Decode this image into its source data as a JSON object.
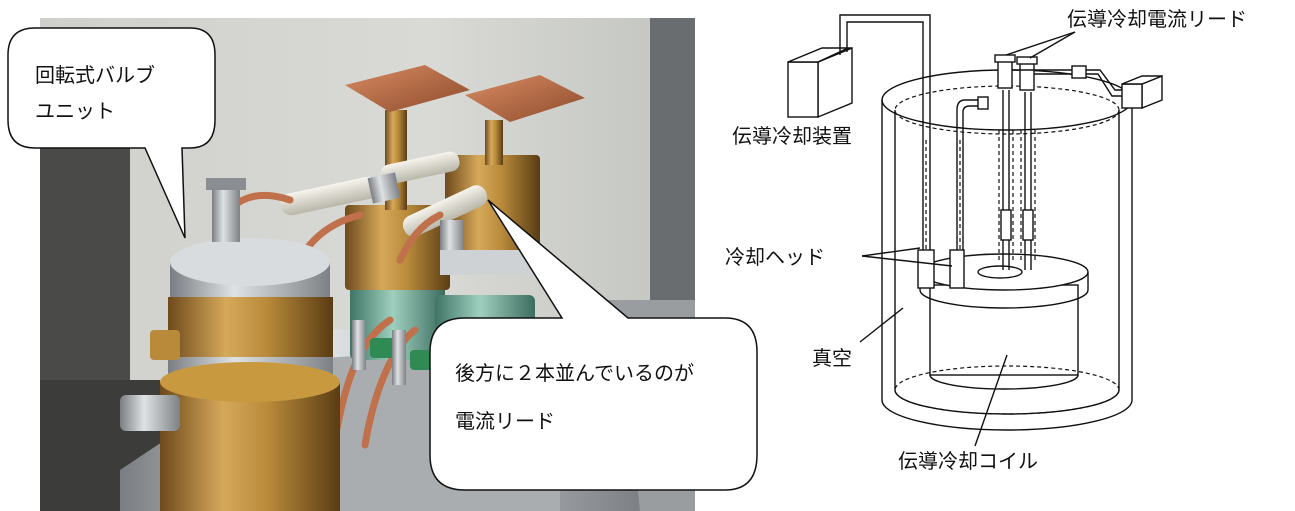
{
  "photo": {
    "callout_valve_line1": "回転式バルブ",
    "callout_valve_line2": "ユニット",
    "callout_leads_line1": "後方に２本並んでいるのが",
    "callout_leads_line2": "電流リード"
  },
  "diagram": {
    "label_current_leads": "伝導冷却電流リード",
    "label_cooler": "伝導冷却装置",
    "label_cold_head": "冷却ヘッド",
    "label_vacuum": "真空",
    "label_coil": "伝導冷却コイル"
  },
  "colors": {
    "brass": "#b88a3a",
    "copper": "#c0704a",
    "insulator_green": "#7fb8a8",
    "ceramic_white": "#e8e6dc",
    "steel": "#b8bcc0"
  }
}
